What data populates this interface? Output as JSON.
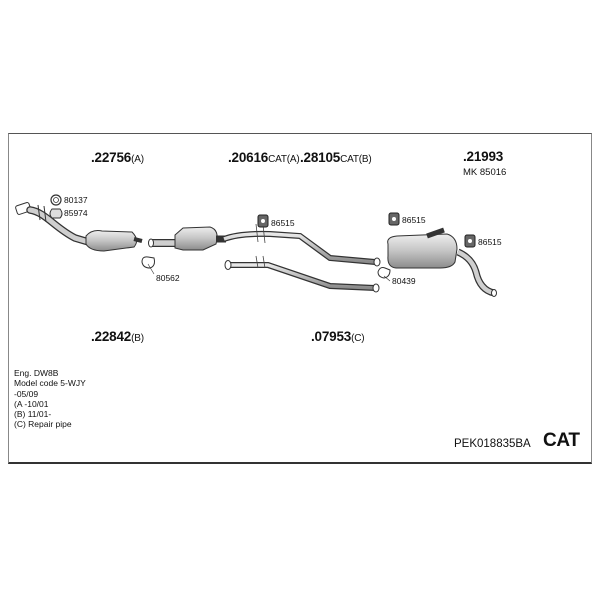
{
  "parts": {
    "p22756": {
      "number": ".22756",
      "suffix": "(A)"
    },
    "p20616": {
      "number": ".20616",
      "suffix": "CAT(A)"
    },
    "p28105": {
      "number": ".28105",
      "suffix": "CAT(B)"
    },
    "p21993": {
      "number": ".21993"
    },
    "p22842": {
      "number": ".22842",
      "suffix": "(B)"
    },
    "p07953": {
      "number": ".07953",
      "suffix": "(C)"
    }
  },
  "kit": {
    "label": "MK 85016"
  },
  "small_parts": {
    "s80137": "80137",
    "s85974": "85974",
    "s86515a": "86515",
    "s80562": "80562",
    "s86515b": "86515",
    "s86515c": "86515",
    "s80439": "80439"
  },
  "info": {
    "lines": [
      "Eng. DW8B",
      "Model code 5-WJY",
      "-05/09",
      "(A -10/01",
      "(B) 11/01-",
      "(C) Repair pipe"
    ]
  },
  "reference": "PEK018835BA",
  "category": "CAT"
}
